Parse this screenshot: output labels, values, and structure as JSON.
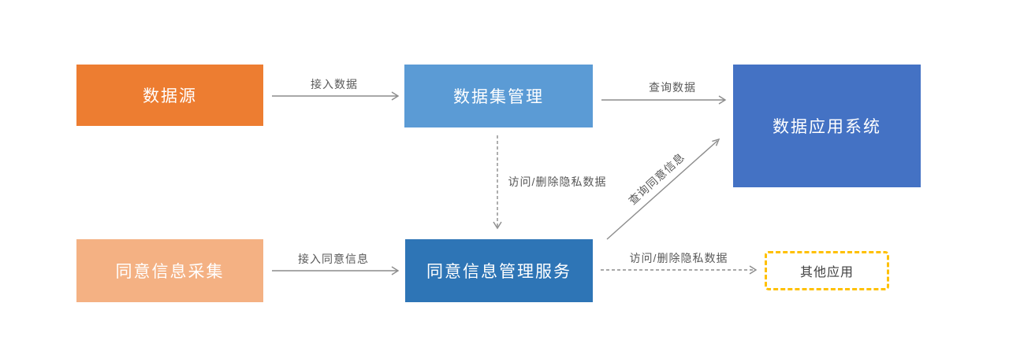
{
  "canvas": {
    "background": "#ffffff",
    "arrow_color": "#8c8c8c",
    "edge_label_color": "#595959"
  },
  "nodes": {
    "data_source": {
      "label": "数据源",
      "fill": "#ed7d31",
      "text_color": "#ffffff"
    },
    "dataset_management": {
      "label": "数据集管理",
      "fill": "#5b9bd5",
      "text_color": "#ffffff"
    },
    "data_application_system": {
      "label": "数据应用系统",
      "fill": "#4472c4",
      "text_color": "#ffffff"
    },
    "consent_collection": {
      "label": "同意信息采集",
      "fill": "#f4b183",
      "text_color": "#ffffff"
    },
    "consent_management_service": {
      "label": "同意信息管理服务",
      "fill": "#2e75b6",
      "text_color": "#ffffff"
    },
    "other_applications": {
      "label": "其他应用",
      "border_color": "#ffc000",
      "text_color": "#404040"
    }
  },
  "edges": {
    "access_data": {
      "label": "接入数据",
      "from": "data_source",
      "to": "dataset_management",
      "style": "solid"
    },
    "query_data": {
      "label": "查询数据",
      "from": "dataset_management",
      "to": "data_application_system",
      "style": "solid"
    },
    "access_delete_private_data_down": {
      "label": "访问/删除隐私数据",
      "from": "dataset_management",
      "to": "consent_management_service",
      "style": "dashed"
    },
    "access_consent_info": {
      "label": "接入同意信息",
      "from": "consent_collection",
      "to": "consent_management_service",
      "style": "solid"
    },
    "query_consent_info": {
      "label": "查询同意信息",
      "from": "consent_management_service",
      "to": "data_application_system",
      "style": "solid"
    },
    "access_delete_private_data_right": {
      "label": "访问/删除隐私数据",
      "from": "consent_management_service",
      "to": "other_applications",
      "style": "dashed"
    }
  }
}
